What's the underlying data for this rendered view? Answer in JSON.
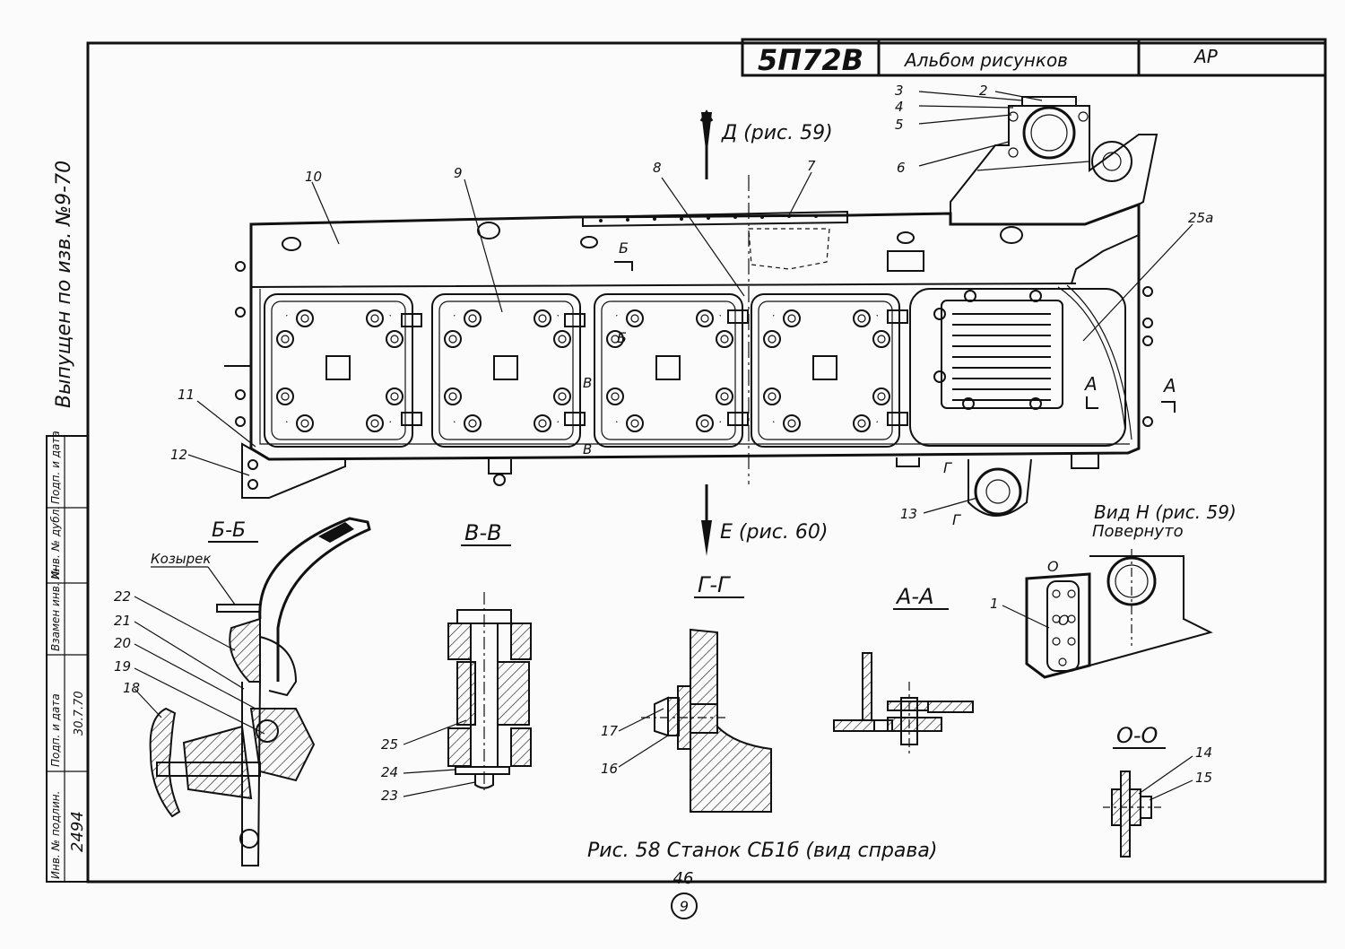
{
  "title_block": {
    "code": "5П72В",
    "album": "Альбом рисунков",
    "mark": "АР"
  },
  "margin_note": "Выпущен по изв. №9-70",
  "side_stamp": {
    "headers": [
      "Инв. № подлин.",
      "Подп. и дата",
      "Взамен инв. №",
      "Инв. № дубл.",
      "Подп. и дата"
    ],
    "inv_number": "2494",
    "signature_date": "30.7.70"
  },
  "view_labels": {
    "view_d": "Д (рис. 59)",
    "view_e": "Е (рис. 60)",
    "view_n_title": "Вид Н (рис. 59)",
    "view_n_sub": "Повернуто",
    "section_bb": "Б-Б",
    "section_vv": "В-В",
    "section_gg": "Г-Г",
    "section_aa": "А-А",
    "section_oo": "О-О",
    "visor": "Козырек",
    "cut_b": "Б",
    "cut_v": "В",
    "cut_g": "Г",
    "cut_a": "А",
    "cut_o": "О"
  },
  "callouts": {
    "c1": "1",
    "c2": "2",
    "c3": "3",
    "c4": "4",
    "c5": "5",
    "c6": "6",
    "c7": "7",
    "c8": "8",
    "c9": "9",
    "c10": "10",
    "c11": "11",
    "c12": "12",
    "c13": "13",
    "c14": "14",
    "c15": "15",
    "c16": "16",
    "c17": "17",
    "c18": "18",
    "c19": "19",
    "c20": "20",
    "c21": "21",
    "c22": "22",
    "c23": "23",
    "c24": "24",
    "c25": "25",
    "c25a": "25а"
  },
  "caption": "Рис. 58 Станок СБ1б (вид справа)",
  "page_number": "46",
  "circle_mark": "9"
}
